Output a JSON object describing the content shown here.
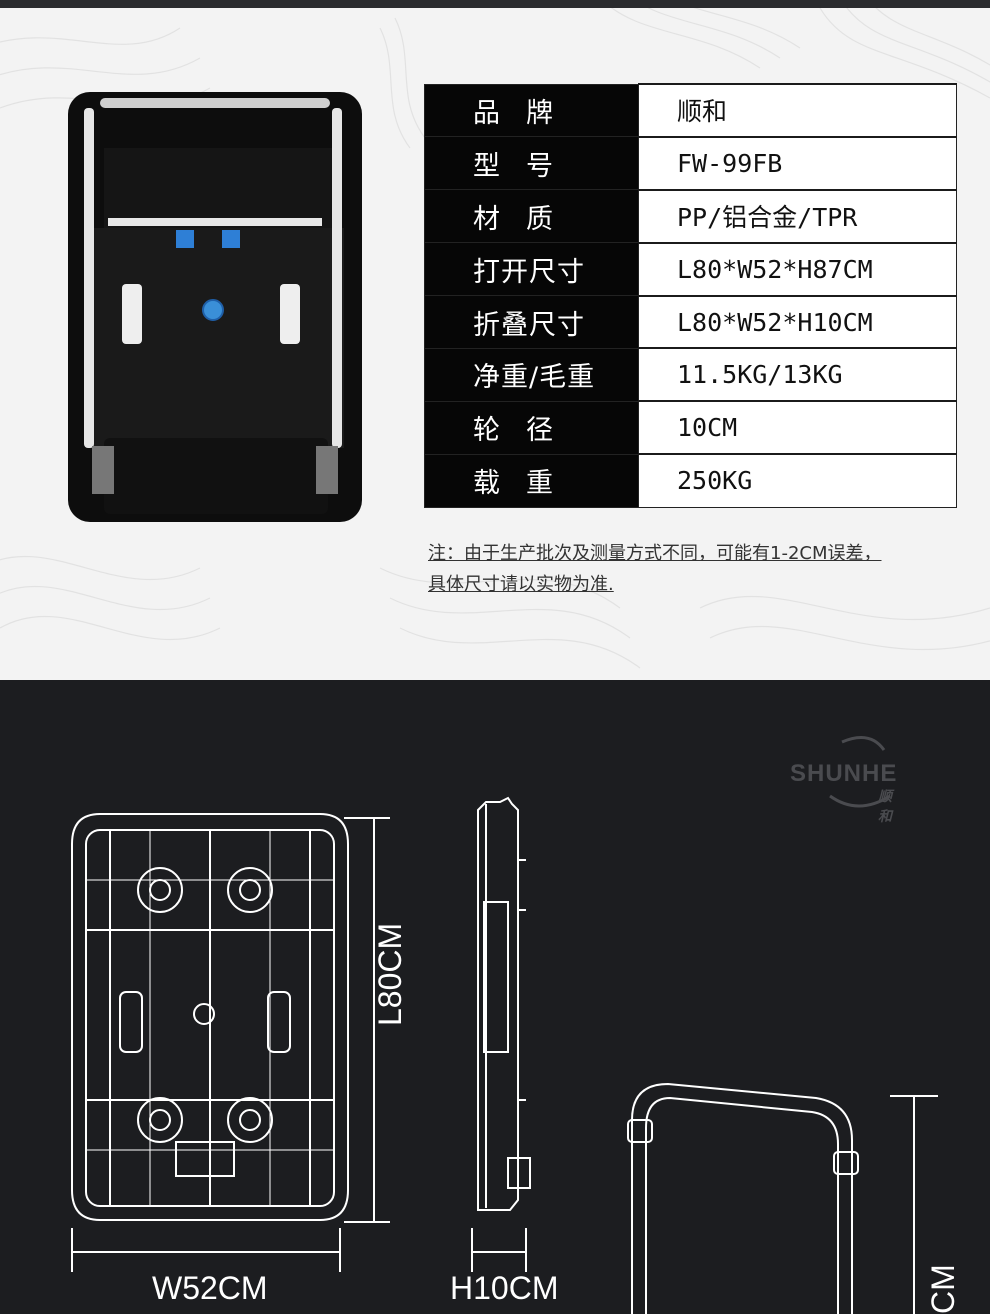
{
  "specs": [
    {
      "label": "品牌",
      "value": "顺和"
    },
    {
      "label": "型号",
      "value": "FW-99FB"
    },
    {
      "label": "材质",
      "value": "PP/铝合金/TPR"
    },
    {
      "label": "打开尺寸",
      "value": "L80*W52*H87CM"
    },
    {
      "label": "折叠尺寸",
      "value": "L80*W52*H10CM"
    },
    {
      "label": "净重/毛重",
      "value": "11.5KG/13KG"
    },
    {
      "label": "轮径",
      "value": "10CM"
    },
    {
      "label": "载重",
      "value": "250KG"
    }
  ],
  "note": {
    "line1": "注：由于生产批次及测量方式不同，可能有1-2CM误差，",
    "line2": "具体尺寸请以实物为准."
  },
  "dimensions": {
    "width_label": "W52CM",
    "height_label": "H10CM",
    "length_label": "L80CM",
    "partial_label": "CM"
  },
  "brand": {
    "english": "SHUNHE",
    "chinese": "顺和"
  },
  "colors": {
    "dark": "#1c1d20",
    "light": "#f3f3f3",
    "accent_blue": "#3a8fd8"
  }
}
